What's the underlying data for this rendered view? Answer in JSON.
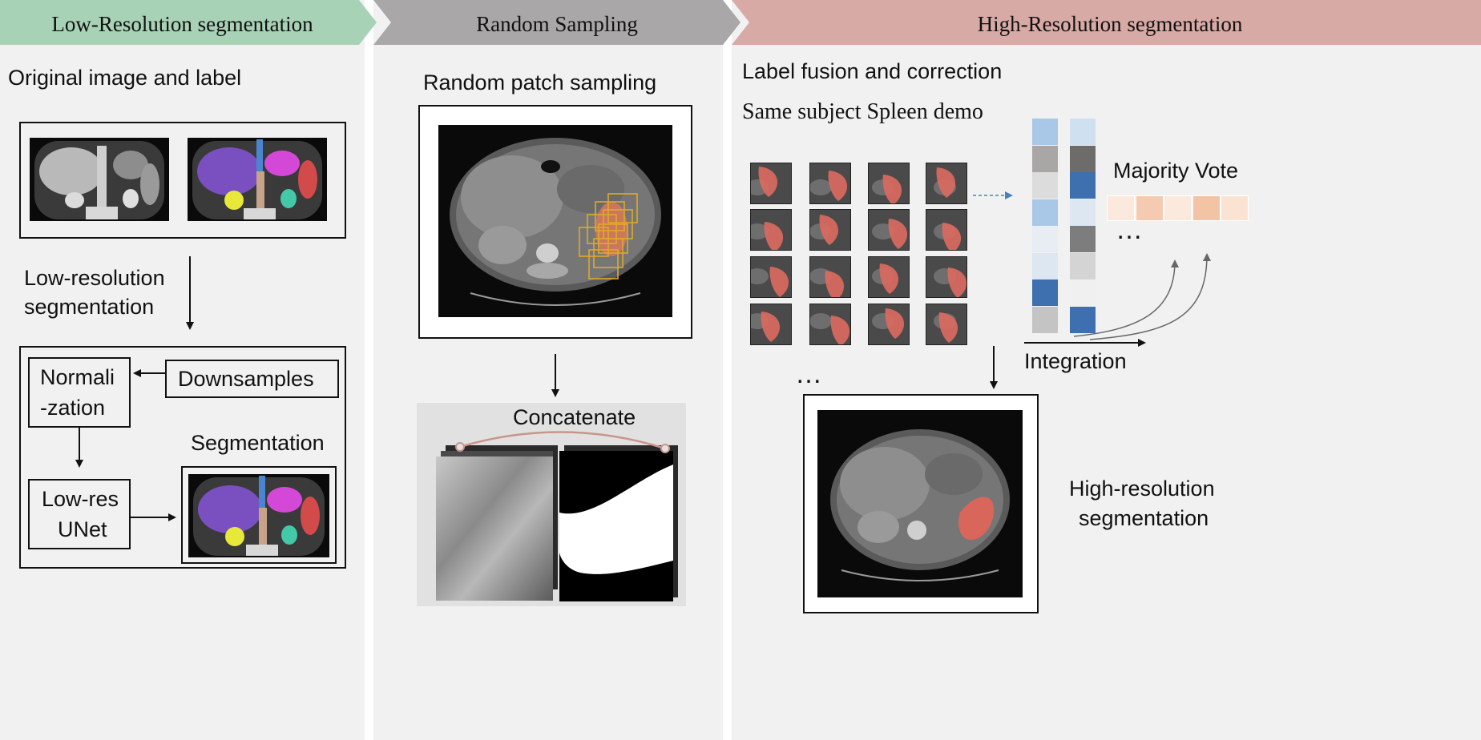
{
  "stages": {
    "low": "Low-Resolution segmentation",
    "random": "Random Sampling",
    "high": "High-Resolution segmentation"
  },
  "stage_colors": {
    "low": "#a8d2b6",
    "random": "#a9a7a7",
    "high": "#d8aaa6"
  },
  "left": {
    "original_title": "Original image and label",
    "lowres_label_1": "Low-resolution",
    "lowres_label_2": "segmentation",
    "normalization_1": "Normali",
    "normalization_2": "-zation",
    "downsamples": "Downsamples",
    "segmentation": "Segmentation",
    "lowres_unet_1": "Low-res",
    "lowres_unet_2": "UNet"
  },
  "middle": {
    "patch_title": "Random patch sampling",
    "concatenate": "Concatenate"
  },
  "right": {
    "fusion_title": "Label fusion and correction",
    "demo_title": "Same subject Spleen demo",
    "majority_vote": "Majority Vote",
    "integration": "Integration",
    "ellipsis": "…",
    "highres_1": "High-resolution",
    "highres_2": "segmentation"
  },
  "vote_colors": {
    "col1": [
      "#a9c7e6",
      "#a9a7a6",
      "#dcdcdc",
      "#a9c7e6",
      "#e8ecf3",
      "#dce7f2",
      "#3e6fae",
      "#c4c4c4"
    ],
    "col2": [
      "#cfe0f1",
      "#6e6b6b",
      "#3e6fae",
      "#dce7f2",
      "#7d7d7d",
      "#d4d4d4",
      "#f0f0f0",
      "#3e6fae"
    ],
    "majority": [
      "#fbe9dd",
      "#f4cbb0",
      "#fbe9dd",
      "#f2c3a5",
      "#fbe3d3"
    ]
  }
}
